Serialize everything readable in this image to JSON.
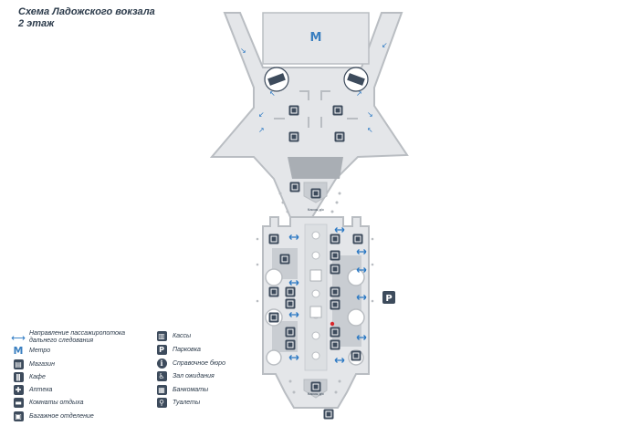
{
  "title": {
    "line1": "Схема Ладожского вокзала",
    "line2": "2 этаж"
  },
  "colors": {
    "floor": "#e4e6e9",
    "wall": "#b9bdc2",
    "dark": "#3d4b5c",
    "zone": "#c9cdd2",
    "arrow": "#2a78c3",
    "metro": "#3a7fc0",
    "red": "#d9262b"
  },
  "map_labels": {
    "kassy_upper": "Кассы д/с",
    "kassy_lower": "Кассы д/с"
  },
  "parking_icon": "P",
  "legend_left": [
    {
      "icon": "two-way-arrow-icon",
      "glyph": "⟷",
      "label": "Направление пассажиропотока дальнего следования"
    },
    {
      "icon": "metro-icon",
      "glyph": "M",
      "label": "Метро"
    },
    {
      "icon": "shop-icon",
      "glyph": "▤",
      "label": "Магазин"
    },
    {
      "icon": "cafe-icon",
      "glyph": "ǁ",
      "label": "Кафе"
    },
    {
      "icon": "pharmacy-icon",
      "glyph": "✚",
      "label": "Аптека"
    },
    {
      "icon": "rest-room-icon",
      "glyph": "▬",
      "label": "Комнаты отдыха"
    },
    {
      "icon": "luggage-icon",
      "glyph": "▣",
      "label": "Багажное отделение"
    }
  ],
  "legend_right": [
    {
      "icon": "ticket-office-icon",
      "glyph": "▥",
      "label": "Кассы"
    },
    {
      "icon": "parking-icon",
      "glyph": "P",
      "label": "Парковка"
    },
    {
      "icon": "info-icon",
      "glyph": "i",
      "label": "Справочное бюро"
    },
    {
      "icon": "waiting-room-icon",
      "glyph": "♿",
      "label": "Зал ожидания"
    },
    {
      "icon": "atm-icon",
      "glyph": "▦",
      "label": "Банкоматы"
    },
    {
      "icon": "toilet-icon",
      "glyph": "⚲",
      "label": "Туалеты"
    }
  ]
}
